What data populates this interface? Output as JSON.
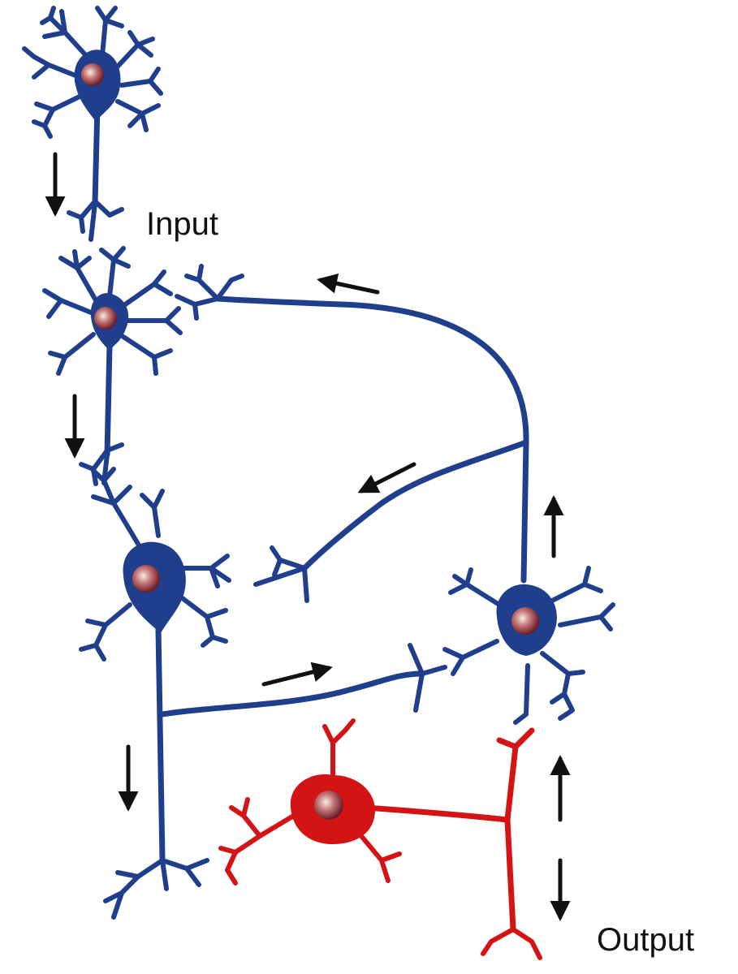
{
  "labels": {
    "input": "Input",
    "output": "Output"
  },
  "colors": {
    "neuron_primary": "#1f3e8c",
    "neuron_output": "#d41414",
    "nucleus": "#c7787a",
    "arrow": "#111111"
  },
  "neurons": [
    {
      "id": "input-neuron",
      "color": "neuron_primary"
    },
    {
      "id": "relay-neuron",
      "color": "neuron_primary"
    },
    {
      "id": "central-neuron",
      "color": "neuron_primary"
    },
    {
      "id": "feedback-neuron",
      "color": "neuron_primary"
    },
    {
      "id": "output-neuron",
      "color": "neuron_output"
    }
  ],
  "arrows": [
    {
      "id": "arrow-input-down",
      "direction": "down"
    },
    {
      "id": "arrow-relay-down",
      "direction": "down"
    },
    {
      "id": "arrow-top-left",
      "direction": "left"
    },
    {
      "id": "arrow-middle-left",
      "direction": "down-left"
    },
    {
      "id": "arrow-branch-right",
      "direction": "right"
    },
    {
      "id": "arrow-feedback-up",
      "direction": "up"
    },
    {
      "id": "arrow-main-down",
      "direction": "down"
    },
    {
      "id": "arrow-output-up",
      "direction": "up"
    },
    {
      "id": "arrow-output-down",
      "direction": "down"
    }
  ]
}
